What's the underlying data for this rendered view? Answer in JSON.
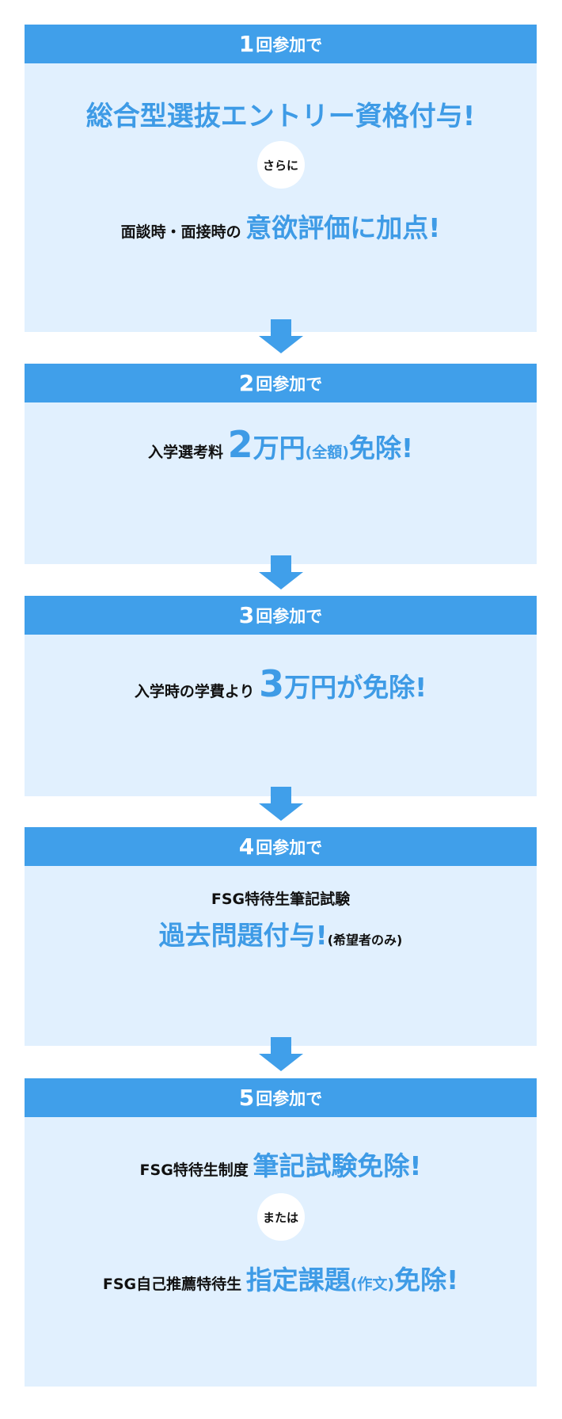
{
  "steps": [
    {
      "num": "1",
      "suffix": "回参加で",
      "line1": "総合型選抜エントリー資格付与!",
      "connector": "さらに",
      "line2_prefix": "面談時・面接時の",
      "line2_highlight": "意欲評価に加点!"
    },
    {
      "num": "2",
      "suffix": "回参加で",
      "prefix": "入学選考料",
      "amount": "2",
      "highlight": "万円",
      "paren": "(全額)",
      "tail": "免除!"
    },
    {
      "num": "3",
      "suffix": "回参加で",
      "prefix": "入学時の学費より",
      "amount": "3",
      "highlight": "万円が免除!"
    },
    {
      "num": "4",
      "suffix": "回参加で",
      "line1": "FSG特待生筆記試験",
      "highlight": "過去問題付与!",
      "note": "(希望者のみ)"
    },
    {
      "num": "5",
      "suffix": "回参加で",
      "line1_prefix": "FSG特待生制度",
      "line1_highlight": "筆記試験免除!",
      "connector": "または",
      "line2_prefix": "FSG自己推薦特待生",
      "line2_highlight": "指定課題",
      "line2_paren": "(作文)",
      "line2_tail": "免除!"
    }
  ],
  "colors": {
    "header": "#409fea",
    "body": "#e1f0fe",
    "accent": "#3e9be6"
  }
}
